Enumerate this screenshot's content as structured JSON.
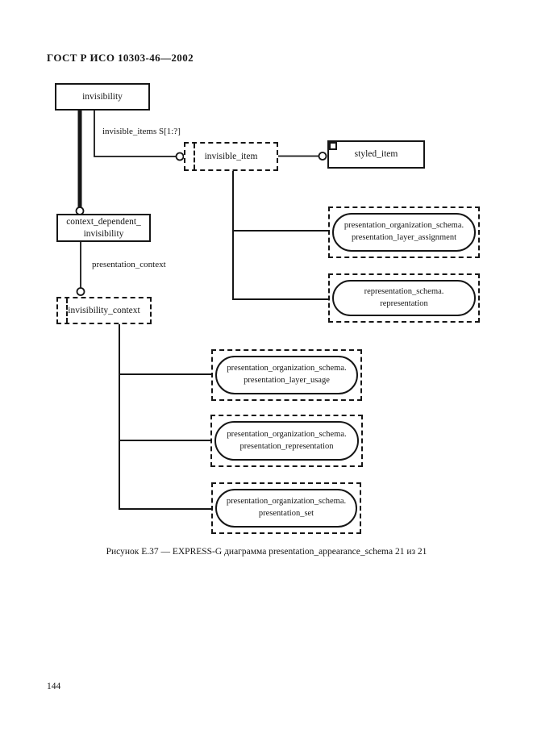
{
  "colors": {
    "ink": "#161616",
    "paper": "#ffffff"
  },
  "page": {
    "header": "ГОСТ Р ИСО 10303-46—2002",
    "caption": "Рисунок Е.37 — EXPRESS-G диаграмма presentation_appearance_schema 21 из 21",
    "page_number": "144"
  },
  "diagram": {
    "entities": {
      "invisibility": {
        "label": "invisibility"
      },
      "invisible_item": {
        "label": "invisible_item"
      },
      "styled_item": {
        "label": "styled_item"
      },
      "context_dependent_invisibility": {
        "line1": "context_dependent_",
        "line2": "invisibility"
      },
      "invisibility_context": {
        "label": "invisibility_context"
      }
    },
    "attributes": {
      "invisible_items": {
        "label": "invisible_items S[1:?]"
      },
      "presentation_context": {
        "label": "presentation_context"
      }
    },
    "interschema_refs": {
      "layer_assignment": {
        "line1": "presentation_organization_schema.",
        "line2": "presentation_layer_assignment"
      },
      "representation": {
        "line1": "representation_schema.",
        "line2": "representation"
      },
      "layer_usage": {
        "line1": "presentation_organization_schema.",
        "line2": "presentation_layer_usage"
      },
      "presentation_representation": {
        "line1": "presentation_organization_schema.",
        "line2": "presentation_representation"
      },
      "presentation_set": {
        "line1": "presentation_organization_schema.",
        "line2": "presentation_set"
      }
    }
  }
}
